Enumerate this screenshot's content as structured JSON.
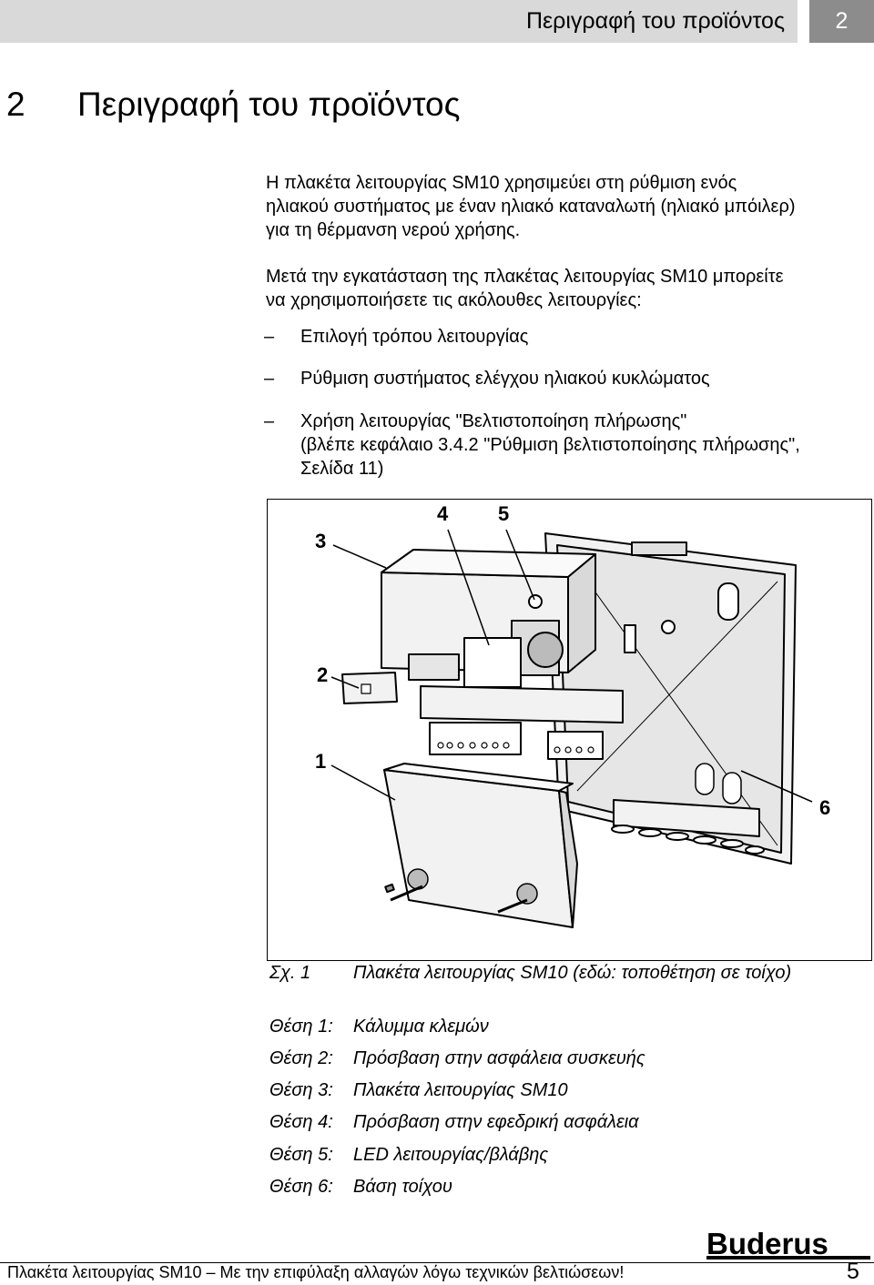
{
  "header": {
    "title": "Περιγραφή του προϊόντος",
    "chapter": "2"
  },
  "section": {
    "number": "2",
    "title": "Περιγραφή του προϊόντος"
  },
  "intro": [
    "Η πλακέτα λειτουργίας SM10 χρησιμεύει στη ρύθμιση ενός",
    "ηλιακού συστήματος με έναν ηλιακό καταναλωτή (ηλιακό μπόιλερ)",
    "για τη θέρμανση νερού χρήσης."
  ],
  "after_install": [
    "Μετά την εγκατάσταση της πλακέτας λειτουργίας SM10 μπορείτε",
    "να χρησιμοποιήσετε τις ακόλουθες λειτουργίες:"
  ],
  "bullets": [
    {
      "dash": "–",
      "lines": [
        "Επιλογή τρόπου λειτουργίας"
      ]
    },
    {
      "dash": "–",
      "lines": [
        "Ρύθμιση συστήματος ελέγχου ηλιακού κυκλώματος"
      ]
    },
    {
      "dash": "–",
      "lines": [
        "Χρήση λειτουργίας \"Βελτιστοποίηση πλήρωσης\"",
        "(βλέπε κεφάλαιο 3.4.2 \"Ρύθμιση βελτιστοποίησης πλήρωσης\",",
        "Σελίδα 11)"
      ]
    }
  ],
  "figure": {
    "callouts": [
      "3",
      "4",
      "5",
      "2",
      "1",
      "6"
    ],
    "caption_id": "Σχ. 1",
    "caption": "Πλακέτα λειτουργίας SM10 (εδώ: τοποθέτηση σε τοίχο)"
  },
  "positions": [
    {
      "label": "Θέση 1:",
      "text": "Κάλυμμα κλεμών"
    },
    {
      "label": "Θέση 2:",
      "text": "Πρόσβαση στην ασφάλεια συσκευής"
    },
    {
      "label": "Θέση 3:",
      "text": "Πλακέτα λειτουργίας SM10"
    },
    {
      "label": "Θέση 4:",
      "text": "Πρόσβαση στην εφεδρική ασφάλεια"
    },
    {
      "label": "Θέση 5:",
      "text": "LED λειτουργίας/βλάβης"
    },
    {
      "label": "Θέση 6:",
      "text": "Βάση τοίχου"
    }
  ],
  "logo": "Buderus",
  "footer": {
    "text": "Πλακέτα λειτουργίας SM10 – Με την επιφύλαξη αλλαγών λόγω τεχνικών βελτιώσεων!",
    "page": "5"
  }
}
